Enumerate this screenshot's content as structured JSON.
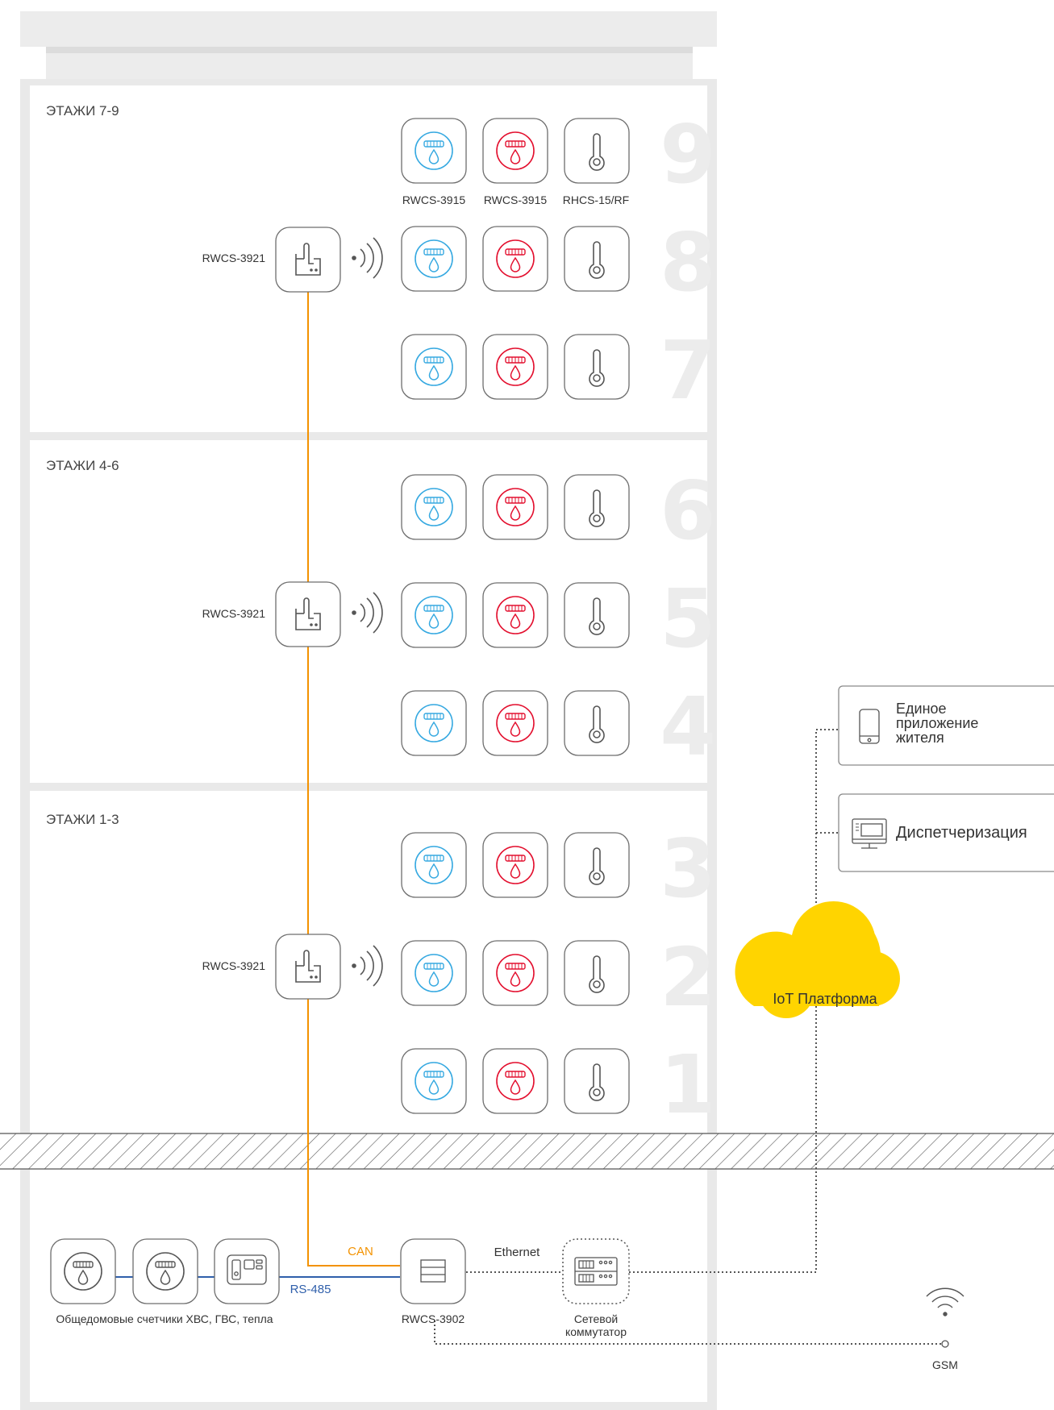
{
  "floor_groups": [
    {
      "label": "ЭТАЖИ 7-9",
      "floors": [
        "9",
        "8",
        "7"
      ]
    },
    {
      "label": "ЭТАЖИ 4-6",
      "floors": [
        "6",
        "5",
        "4"
      ]
    },
    {
      "label": "ЭТАЖИ 1-3",
      "floors": [
        "3",
        "2",
        "1"
      ]
    }
  ],
  "device_labels": [
    "RWCS-3915",
    "RWCS-3915",
    "RHCS-15/RF"
  ],
  "repeater_label": "RWCS-3921",
  "basement": {
    "meters_label": "Общедомовые счетчики ХВС, ГВС, тепла",
    "rs485_label": "RS-485",
    "can_label": "CAN",
    "controller_label": "RWCS-3902",
    "ethernet_label": "Ethernet",
    "switch_label_line1": "Сетевой",
    "switch_label_line2": "коммутатор",
    "gsm_label": "GSM"
  },
  "cloud_label": "IoT Платформа",
  "app_box": {
    "line1": "Единое",
    "line2": "приложение",
    "line3": "жителя"
  },
  "dispatch_label": "Диспетчеризация",
  "colors": {
    "cold_water": "#36a9e1",
    "hot_water": "#e30f2e",
    "can_line": "#f39200",
    "rs485_line": "#2f5fab",
    "cloud": "#ffd400",
    "wall": "#e9e9e9",
    "floor_number": "#ececec"
  },
  "icons": [
    "water-meter-icon",
    "thermometer-icon",
    "antenna-icon",
    "radio-waves-icon",
    "phone-icon",
    "monitor-icon",
    "network-switch-icon",
    "wifi-icon",
    "heat-meter-icon",
    "controller-icon"
  ]
}
